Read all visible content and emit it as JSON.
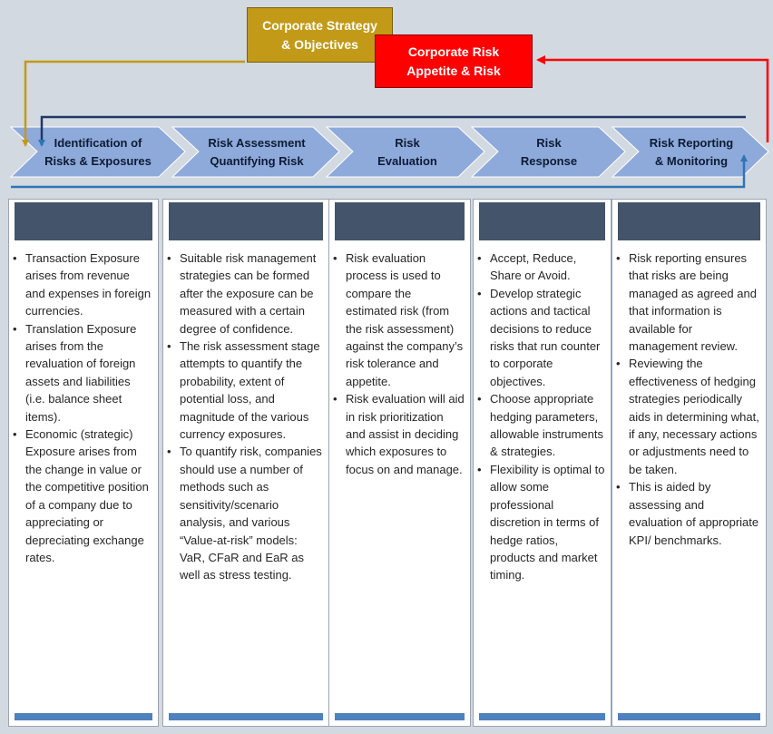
{
  "top_boxes": {
    "strategy": "Corporate Strategy\n& Objectives",
    "appetite": "Corporate Risk\nAppetite & Risk"
  },
  "colors": {
    "background": "#d3d9e1",
    "strategy_fill": "#c29a17",
    "appetite_fill": "#ff0000",
    "chevron_fill": "#8eaadb",
    "loop_line": "#2e75b6",
    "header_fill": "#44546a",
    "footer_fill": "#4f81bd"
  },
  "process_steps": [
    "Identification of\nRisks & Exposures",
    "Risk Assessment\nQuantifying Risk",
    "Risk\nEvaluation",
    "Risk\nResponse",
    "Risk Reporting\n& Monitoring"
  ],
  "columns": [
    {
      "bullets": [
        "Transaction Exposure arises from revenue and expenses in foreign currencies.",
        "Translation Exposure arises from the revaluation of foreign assets and liabilities (i.e. balance sheet items).",
        "Economic (strategic) Exposure arises from the change in value or the competitive position of a company due to appreciating or depreciating exchange rates."
      ]
    },
    {
      "bullets": [
        "Suitable risk management strategies can be formed after the exposure can be measured with a certain degree of confidence.",
        "The risk assessment stage attempts to quantify the probability, extent of potential loss, and magnitude of the various currency exposures.",
        "To quantify risk, companies should use a number of methods such as sensitivity/scenario analysis, and various “Value-at-risk” models: VaR, CFaR and EaR as well as stress testing."
      ]
    },
    {
      "bullets": [
        "Risk evaluation process is used to compare the estimated risk (from the risk assessment) against the company’s risk tolerance and appetite.",
        "Risk evaluation will aid in risk prioritization and assist in deciding which exposures to focus on and manage."
      ]
    },
    {
      "bullets": [
        "Accept, Reduce, Share or Avoid.",
        "Develop strategic actions and tactical decisions to reduce risks that run counter to corporate objectives.",
        "Choose appropriate hedging parameters, allowable instruments & strategies.",
        "Flexibility is optimal to allow some professional discretion in terms of hedge ratios, products and market timing."
      ]
    },
    {
      "bullets": [
        "Risk reporting ensures that risks are being managed as agreed and that information is available for management review.",
        "Reviewing the effectiveness of hedging strategies periodically aids in determining what, if any, necessary actions or adjustments need to be taken.",
        "This is aided by assessing and evaluation of appropriate KPI/ benchmarks."
      ]
    }
  ]
}
